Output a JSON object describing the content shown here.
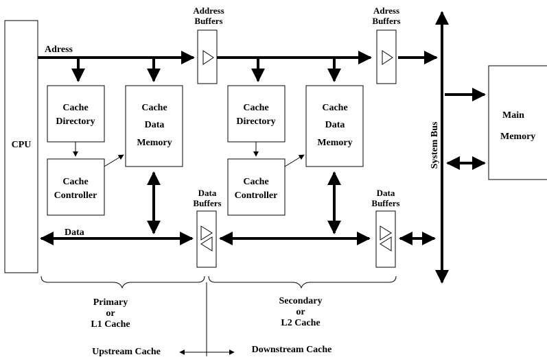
{
  "cpu": "CPU",
  "address_label": "Adress",
  "data_label": "Data",
  "address_buffers_1": [
    "Address",
    "Buffers"
  ],
  "address_buffers_2": [
    "Adress",
    "Buffers"
  ],
  "data_buffers_1": [
    "Data",
    "Buffers"
  ],
  "data_buffers_2": [
    "Data",
    "Buffers"
  ],
  "l1": {
    "directory": [
      "Cache",
      "Directory"
    ],
    "controller": [
      "Cache",
      "Controller"
    ],
    "memory": [
      "Cache",
      "Data",
      "Memory"
    ]
  },
  "l2": {
    "directory": [
      "Cache",
      "Directory"
    ],
    "controller": [
      "Cache",
      "Controller"
    ],
    "memory": [
      "Cache",
      "Data",
      "Memory"
    ]
  },
  "system_bus": "System Bus",
  "main_memory": [
    "Main",
    "Memory"
  ],
  "primary": [
    "Primary",
    "or",
    "L1 Cache"
  ],
  "secondary": [
    "Secondary",
    "or",
    "L2 Cache"
  ],
  "upstream": "Upstream Cache",
  "downstream": "Downstream Cache"
}
